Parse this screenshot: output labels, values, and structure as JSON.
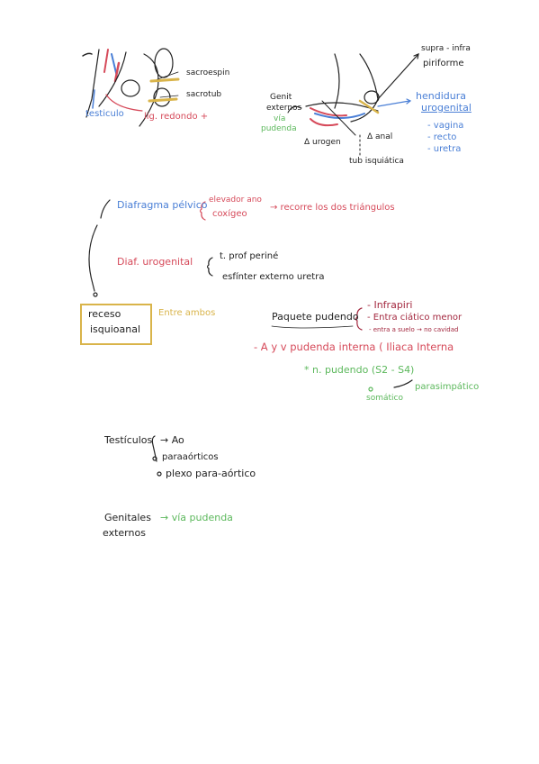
{
  "top_left": {
    "sacroespin": "sacroespin",
    "sacrotub": "sacrotub",
    "testiculo": "testiculo",
    "lig_redondo": "lig. redondo +"
  },
  "top_right": {
    "supra_infra": "supra - infra",
    "piriforme": "piriforme",
    "genit_1": "Genit",
    "genit_2": "externos",
    "via_1": "vía",
    "via_2": "pudenda",
    "hendidura_1": "hendidura",
    "hendidura_2": "urogenital",
    "vagina": "- vagina",
    "recto": "- recto",
    "uretra": "- uretra",
    "tri_urogen": "Δ urogen",
    "tri_anal": "Δ anal",
    "tub_isquiatica": "tub isquiática"
  },
  "middle": {
    "diafragma_pelvico": "Diafragma pélvico",
    "elevador_ano": "elevador ano",
    "coxigeo": "coxígeo",
    "recorre": "→ recorre los dos triángulos",
    "diaf_urogenital": "Diaf. urogenital",
    "prof_perine": "t. prof periné",
    "esfinter": "esfínter externo uretra",
    "receso_1": "receso",
    "receso_2": "isquioanal",
    "entre_ambos": "Entre ambos"
  },
  "paquete": {
    "title": "Paquete pudendo",
    "infrapiri": "- Infrapiri",
    "entra_ciatico": "- Entra ciático menor",
    "entra_suelo": "- entra a suelo → no cavidad",
    "a_y_v": "- A y v pudenda interna ( Iliaca Interna",
    "n_pudendo": "* n. pudendo (S2 - S4)",
    "parasimpatico": "parasimpático",
    "somatico": "somático"
  },
  "bottom": {
    "testiculos": "Testículos",
    "ao": "→ Ao",
    "paraaorticos": "paraaórticos",
    "plexo": "plexo para-aórtico",
    "genitales_1": "Genitales",
    "via_pudenda": "→ vía pudenda",
    "genitales_2": "externos"
  },
  "colors": {
    "blue": "#4a7fd6",
    "red": "#d64a5a",
    "dark_red": "#a3283f",
    "green": "#5cb85c",
    "gold": "#d9b44a",
    "ink": "#222222"
  }
}
